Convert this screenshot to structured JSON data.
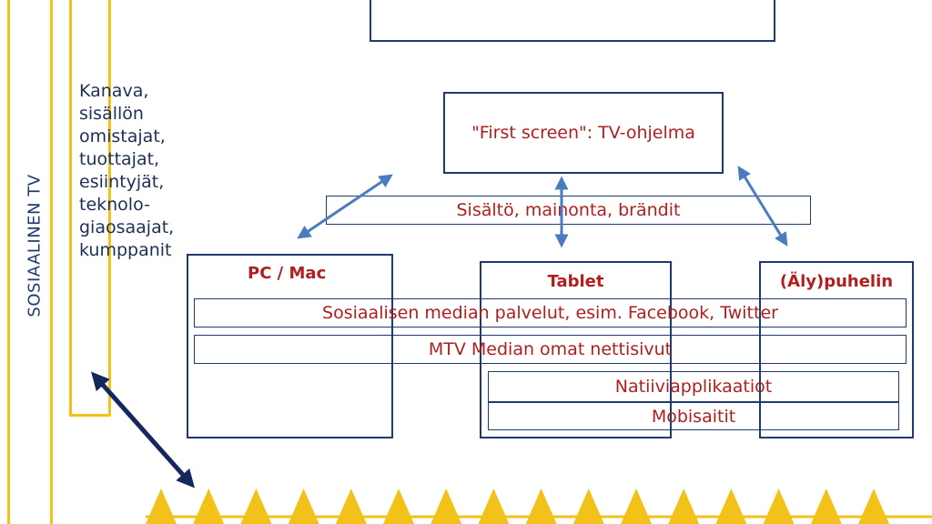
{
  "left_panel": {
    "vertical_label": "SOSIAALINEN TV",
    "stakeholders": [
      "Kanava,",
      "sisällön",
      "omistajat,",
      "tuottajat,",
      "esiintyjät,",
      "teknolo-",
      "giaosaajat,",
      "kumppanit"
    ]
  },
  "first_screen": {
    "label": "\"First screen\": TV-ohjelma"
  },
  "content_band": {
    "label": "Sisältö, mainonta, brändit"
  },
  "devices": {
    "pc": {
      "label": "PC / Mac"
    },
    "tablet": {
      "label": "Tablet"
    },
    "phone": {
      "label": "(Äly)puhelin"
    }
  },
  "services": {
    "social": "Sosiaalisen median palvelut, esim. Facebook, Twitter",
    "mtv": "MTV Median omat nettisivut",
    "native": "Natiiviapplikaatiot",
    "mobile": "Mobisaitit"
  },
  "colors": {
    "yellow": "#f2c21b",
    "dark_blue": "#1f3a6e",
    "arrow_blue": "#4a7cc0",
    "navy_arrow": "#14285e",
    "red_text": "#b01e1e"
  },
  "audience_triangles": {
    "count": 16
  }
}
